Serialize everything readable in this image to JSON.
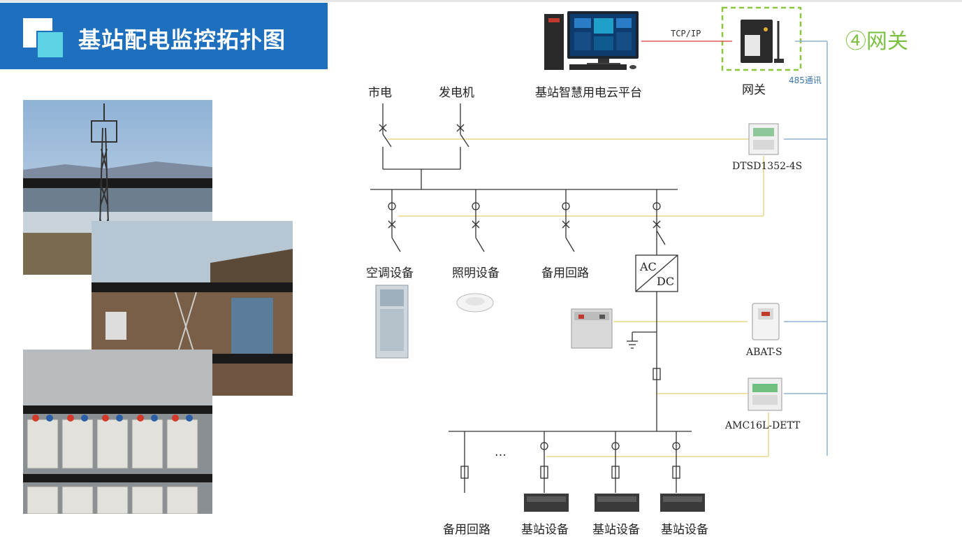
{
  "header": {
    "title": "基站配电监控拓扑图"
  },
  "callout": {
    "text": "④网关"
  },
  "links": {
    "tcp_ip": "TCP/IP",
    "rs485": "485通讯"
  },
  "devices": {
    "platform": "基站智慧用电云平台",
    "gateway": "网关",
    "meter": "DTSD1352-4S",
    "battery_monitor": "ABAT-S",
    "dc_monitor": "AMC16L-DETT"
  },
  "sources": {
    "grid": "市电",
    "generator": "发电机"
  },
  "branches": {
    "air_conditioner": "空调设备",
    "lighting": "照明设备",
    "spare": "备用回路"
  },
  "converter": {
    "ac": "AC",
    "dc": "DC"
  },
  "dc_loads": {
    "ellipsis": "…",
    "spare": "备用回路",
    "items": [
      "基站设备",
      "基站设备",
      "基站设备"
    ]
  },
  "colors": {
    "title_bar": "#1f6fbf",
    "callout": "#7cc142",
    "signal_line": "#e8d58a",
    "comm_line": "#8fb3d1",
    "tcp_line": "#e05a5a",
    "dashed_box": "#8cc63f"
  }
}
